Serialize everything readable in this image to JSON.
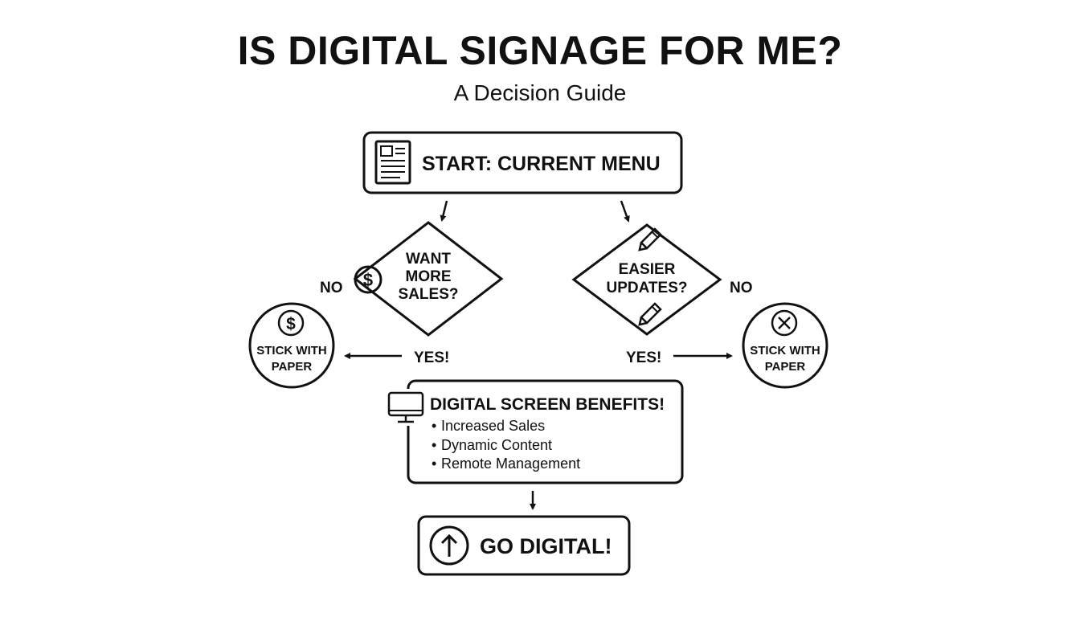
{
  "header": {
    "title": "IS DIGITAL SIGNAGE FOR ME?",
    "subtitle": "A Decision Guide"
  },
  "nodes": {
    "start": {
      "label": "START: CURRENT MENU",
      "icon": "document-icon"
    },
    "decision_sales": {
      "lines": [
        "WANT",
        "MORE",
        "SALES?"
      ],
      "icon": "dollar-icon"
    },
    "decision_updates": {
      "lines": [
        "EASIER",
        "UPDATES?"
      ],
      "icon": "pencil-icon"
    },
    "stick_left": {
      "lines": [
        "STICK WITH",
        "PAPER"
      ],
      "icon": "dollar-icon"
    },
    "stick_right": {
      "lines": [
        "STICK WITH",
        "PAPER"
      ],
      "icon": "x-circle-icon"
    },
    "benefits": {
      "title": "DIGITAL SCREEN BENEFITS!",
      "items": [
        "Increased Sales",
        "Dynamic Content",
        "Remote Management"
      ],
      "icon": "monitor-icon"
    },
    "go": {
      "label": "GO DIGITAL!",
      "icon": "upload-arrow-icon"
    }
  },
  "edge_labels": {
    "no_left": "NO",
    "no_right": "NO",
    "yes_left": "YES!",
    "yes_right": "YES!"
  },
  "colors": {
    "ink": "#111111",
    "background": "#ffffff"
  }
}
